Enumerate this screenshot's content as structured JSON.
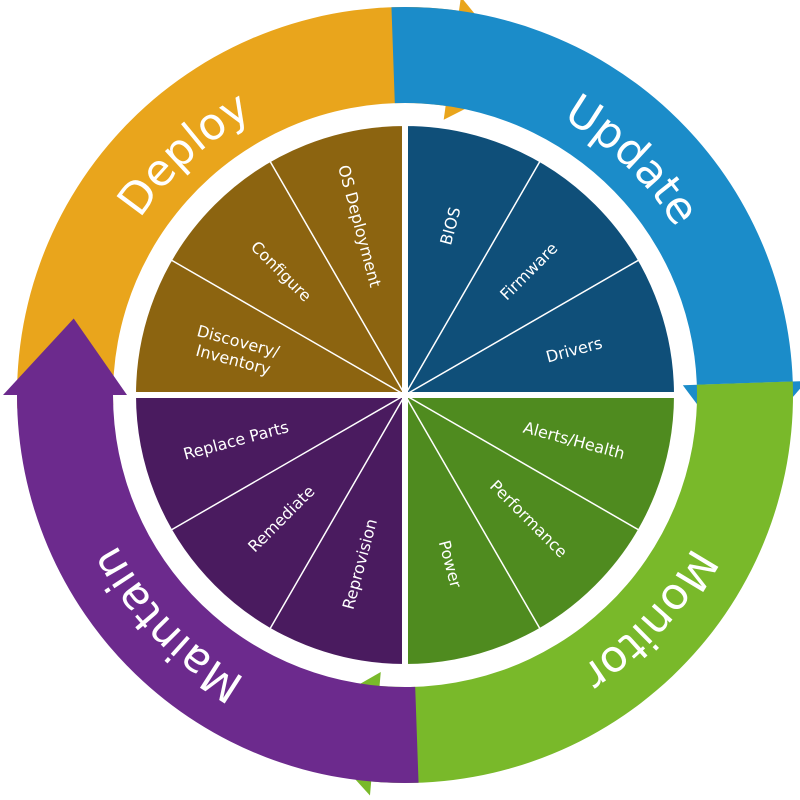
{
  "phases": [
    {
      "name": "Deploy",
      "ring_color": "#E9A51C",
      "inner_color": "#8C6410",
      "items": [
        "Discovery/ Inventory",
        "Configure",
        "OS Deployment"
      ]
    },
    {
      "name": "Update",
      "ring_color": "#1B8CC9",
      "inner_color": "#0F4F79",
      "items": [
        "BIOS",
        "Firmware",
        "Drivers"
      ]
    },
    {
      "name": "Monitor",
      "ring_color": "#79B92A",
      "inner_color": "#4F8B1F",
      "items": [
        "Alerts/Health",
        "Performance",
        "Power"
      ]
    },
    {
      "name": "Maintain",
      "ring_color": "#6C2A8D",
      "inner_color": "#4A1B5F",
      "items": [
        "Reprovision",
        "Remediate",
        "Replace Parts"
      ]
    }
  ]
}
